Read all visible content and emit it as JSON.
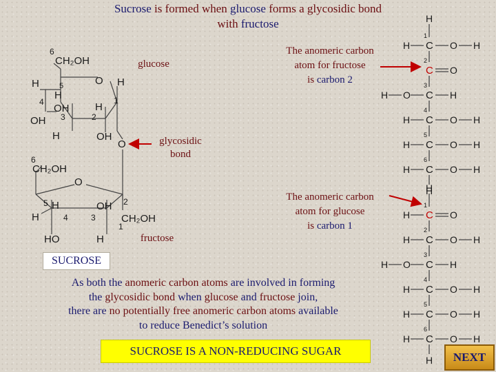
{
  "title": {
    "part1": "Sucrose",
    "part2": " is formed when ",
    "part3": "glucose",
    "part4": " forms a glycosidic bond",
    "part5": "with ",
    "part6": "fructose"
  },
  "labels": {
    "glucose": "glucose",
    "fructose": "fructose",
    "glycosidic_line1": "glycosidic",
    "glycosidic_line2": "bond",
    "fructose_anomeric": {
      "line1": "The anomeric carbon",
      "line2": "atom for fructose",
      "line3a": "is ",
      "line3b": "carbon 2"
    },
    "glucose_anomeric": {
      "line1": "The anomeric carbon",
      "line2": "atom for glucose",
      "line3a": "is ",
      "line3b": "carbon 1"
    }
  },
  "ring_glucose": {
    "c6_num": "6",
    "ch2oh": "CH₂OH",
    "o": "O",
    "h_left": "H",
    "h_right": "H",
    "c5": "5",
    "h_c5": "H",
    "c4": "4",
    "oh_up": "OH",
    "oh_left": "OH",
    "c3": "3",
    "h_c2": "H",
    "c2": "2",
    "c1": "1",
    "h_bottom": "H",
    "oh_bottom": "OH"
  },
  "bridge_o": "O",
  "ring_fructose": {
    "c6_num": "6",
    "ch2oh": "CH₂OH",
    "o": "O",
    "c5": "5",
    "h_c5": "H",
    "oh_c2": "OH",
    "c2": "2",
    "h_left": "H",
    "c4": "4",
    "c3": "3",
    "ch2oh_c1": "CH₂OH",
    "c1": "1",
    "ho_bottom": "HO",
    "h_bottom": "H"
  },
  "fructose_chain": {
    "top_h": "H",
    "rows": [
      {
        "num": "1",
        "left": "H",
        "center": "C",
        "right": "O",
        "far": "H"
      },
      {
        "num": "2",
        "center": "C",
        "right": "O",
        "double": true
      },
      {
        "num": "3",
        "left": "H",
        "leftO": "O",
        "center": "C",
        "right": "H"
      },
      {
        "num": "4",
        "left": "H",
        "center": "C",
        "right": "O",
        "far": "H"
      },
      {
        "num": "5",
        "left": "H",
        "center": "C",
        "right": "O",
        "far": "H"
      },
      {
        "num": "6",
        "left": "H",
        "center": "C",
        "right": "O",
        "far": "H"
      }
    ],
    "bottom_h": "H"
  },
  "glucose_chain": {
    "top_h": "H",
    "rows": [
      {
        "num": "1",
        "left": "H",
        "center": "C",
        "right": "O",
        "double": true
      },
      {
        "num": "2",
        "left": "H",
        "center": "C",
        "right": "O",
        "far": "H"
      },
      {
        "num": "3",
        "left": "H",
        "leftO": "O",
        "center": "C",
        "right": "H"
      },
      {
        "num": "4",
        "left": "H",
        "center": "C",
        "right": "O",
        "far": "H"
      },
      {
        "num": "5",
        "left": "H",
        "center": "C",
        "right": "O",
        "far": "H"
      },
      {
        "num": "6",
        "left": "H",
        "center": "C",
        "right": "O",
        "far": "H"
      }
    ],
    "bottom_h": "H"
  },
  "sucrose_label": "SUCROSE",
  "explanation": {
    "l1a": "As both the ",
    "l1b": "anomeric carbon atoms",
    "l1c": " are involved in forming",
    "l2a": "the ",
    "l2b": "glycosidic bond",
    "l2c": " when ",
    "l2d": "glucose",
    "l2e": " and ",
    "l2f": "fructose",
    "l2g": " join,",
    "l3a": "there are ",
    "l3b": "no potentially free anomeric carbon atoms",
    "l3c": " available",
    "l4": "to reduce Benedict’s solution"
  },
  "banner": "SUCROSE IS A NON-REDUCING SUGAR",
  "next_button": "NEXT",
  "colors": {
    "navy": "#1a1a6e",
    "maroon": "#6b0f12",
    "carbon_red": "#c00000",
    "highlight": "#ffff00"
  }
}
